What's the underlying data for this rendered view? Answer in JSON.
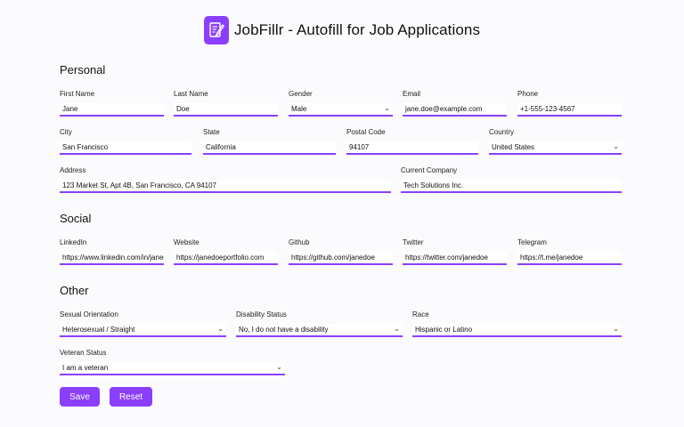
{
  "header": {
    "title": "JobFillr - Autofill for Job Applications",
    "logo_icon": "document-edit-icon",
    "accent": "#8a3ffc"
  },
  "sections": {
    "personal": "Personal",
    "social": "Social",
    "other": "Other"
  },
  "personal": {
    "first_name": {
      "label": "First Name",
      "value": "Jane"
    },
    "last_name": {
      "label": "Last Name",
      "value": "Doe"
    },
    "gender": {
      "label": "Gender",
      "value": "Male"
    },
    "email": {
      "label": "Email",
      "value": "jane.doe@example.com"
    },
    "phone": {
      "label": "Phone",
      "value": "+1-555-123-4567"
    },
    "city": {
      "label": "City",
      "value": "San Francisco"
    },
    "state": {
      "label": "State",
      "value": "California"
    },
    "postal_code": {
      "label": "Postal Code",
      "value": "94107"
    },
    "country": {
      "label": "Country",
      "value": "United States"
    },
    "address": {
      "label": "Address",
      "value": "123 Market St, Apt 4B, San Francisco, CA 94107"
    },
    "current_company": {
      "label": "Current Company",
      "value": "Tech Solutions Inc."
    }
  },
  "social": {
    "linkedin": {
      "label": "LinkedIn",
      "value": "https://www.linkedin.com/in/janed"
    },
    "website": {
      "label": "Website",
      "value": "https://janedoeportfolio.com"
    },
    "github": {
      "label": "Github",
      "value": "https://github.com/janedoe"
    },
    "twitter": {
      "label": "Twitter",
      "value": "https://twitter.com/janedoe"
    },
    "telegram": {
      "label": "Telegram",
      "value": "https://t.me/janedoe"
    }
  },
  "other": {
    "sexual_orientation": {
      "label": "Sexual Orientation",
      "value": "Heterosexual / Straight"
    },
    "disability_status": {
      "label": "Disability Status",
      "value": "No, I do not have a disability"
    },
    "race": {
      "label": "Race",
      "value": "Hispanic or Latino"
    },
    "veteran_status": {
      "label": "Veteran Status",
      "value": "I am a veteran"
    }
  },
  "buttons": {
    "save": "Save",
    "reset": "Reset"
  }
}
